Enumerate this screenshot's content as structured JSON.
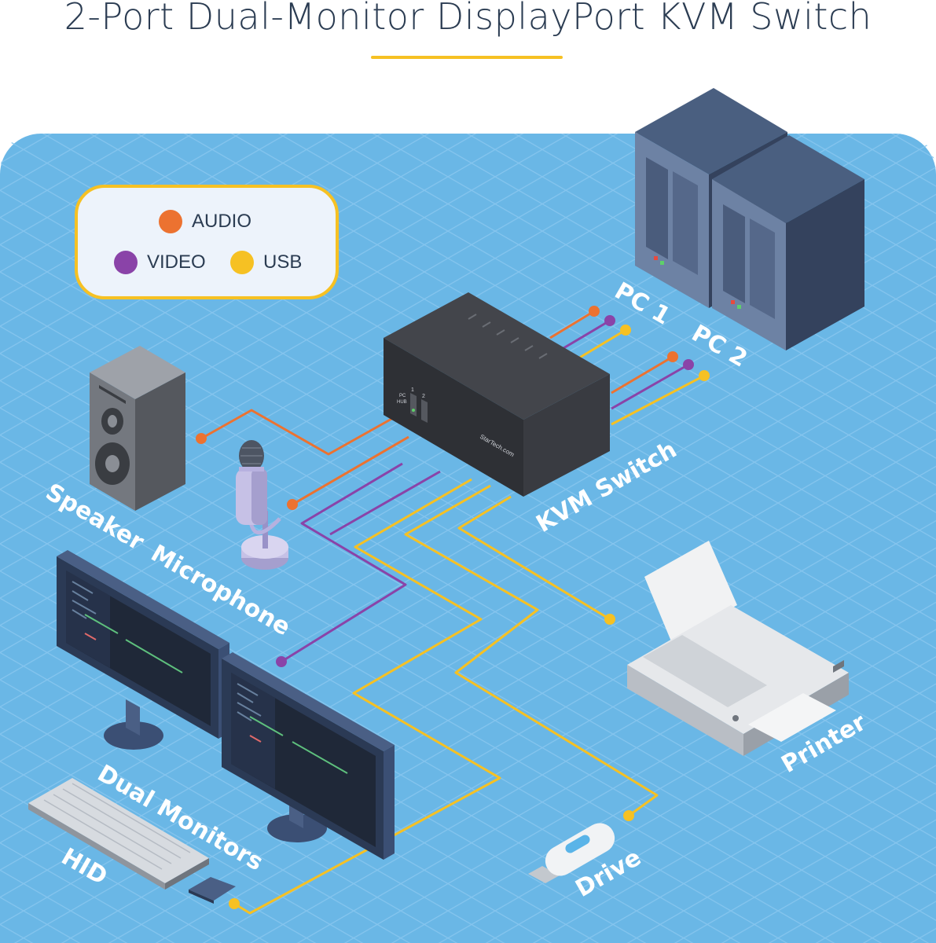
{
  "title": "2-Port Dual-Monitor DisplayPort KVM Switch",
  "legend": {
    "audio": {
      "label": "AUDIO",
      "color": "#ec7230"
    },
    "video": {
      "label": "VIDEO",
      "color": "#8a43a8"
    },
    "usb": {
      "label": "USB",
      "color": "#f6c123"
    }
  },
  "labels": {
    "pc1": "PC 1",
    "pc2": "PC 2",
    "kvm": "KVM Switch",
    "speaker": "Speaker",
    "microphone": "Microphone",
    "monitors": "Dual Monitors",
    "hid": "HID",
    "printer": "Printer",
    "drive": "Drive"
  },
  "switch_panel": {
    "port1": "1",
    "port2": "2",
    "pc_text": "PC",
    "hub_text": "HUB",
    "brand": "StarTech.com"
  },
  "colors": {
    "background": "#6ab7e6",
    "grid": "#8ccaf0",
    "device_dark": "#3a3c42",
    "tower": "#3d4e6a"
  }
}
